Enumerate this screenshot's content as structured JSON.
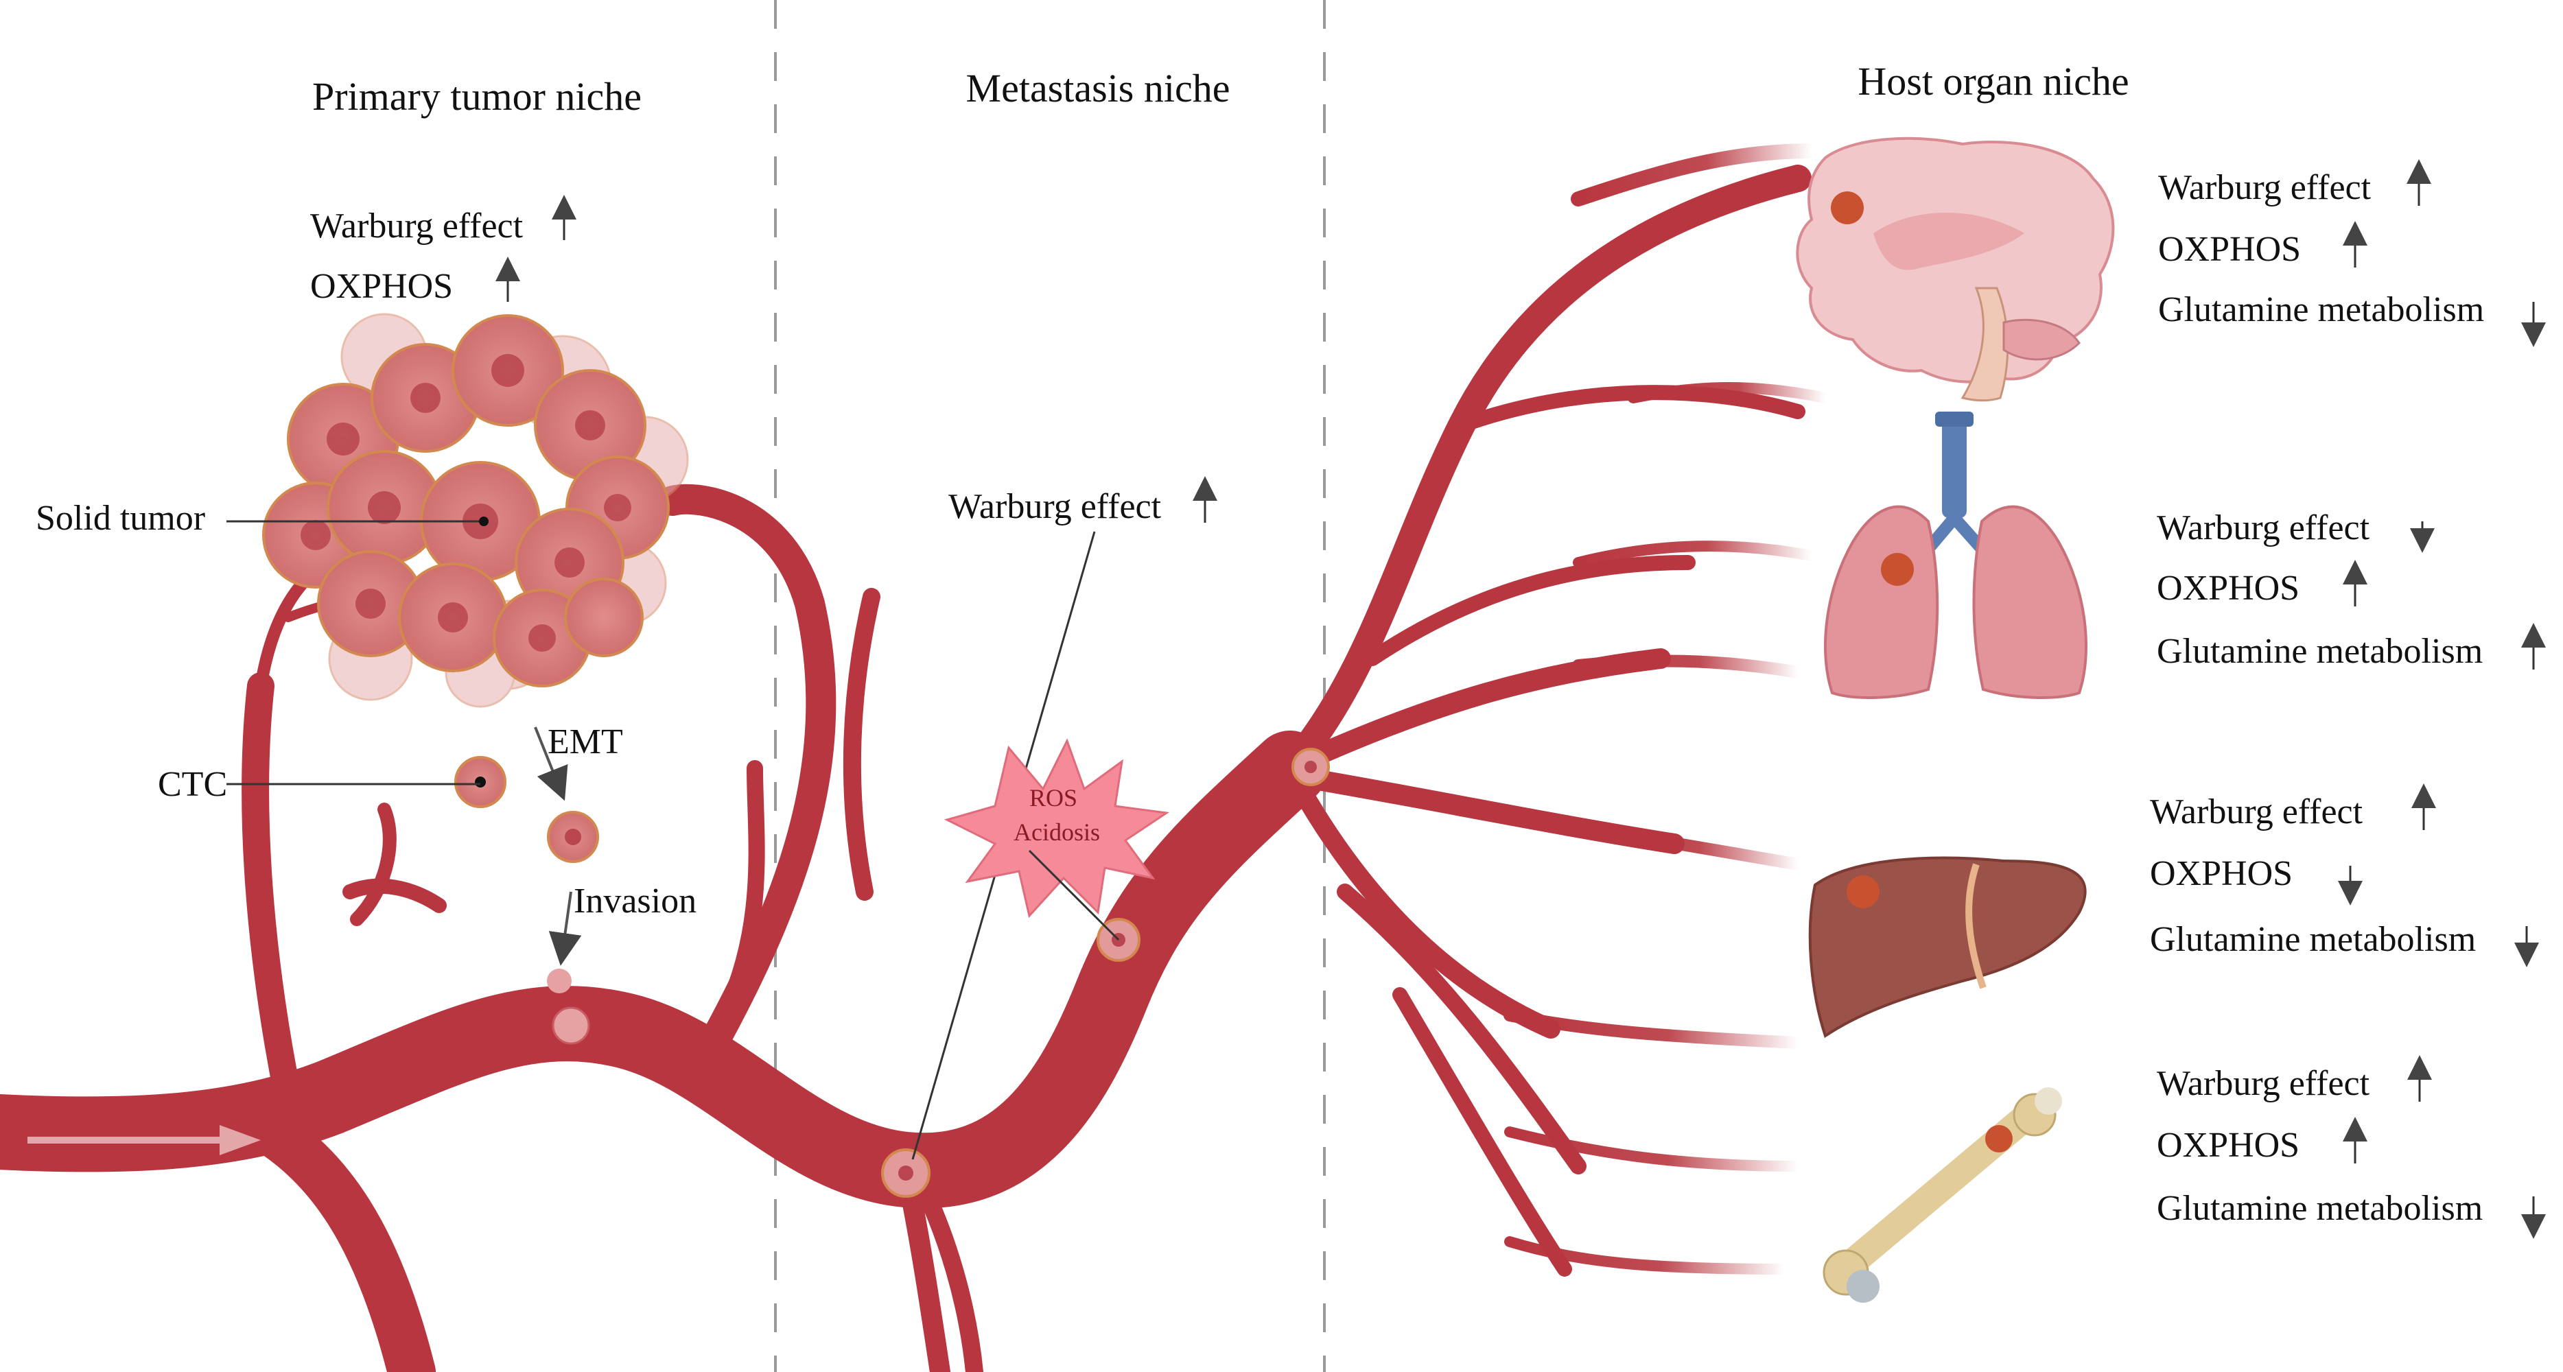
{
  "titles": {
    "primary": "Primary tumor niche",
    "metastasis": "Metastasis niche",
    "host": "Host organ niche"
  },
  "primary": {
    "warburg": "Warburg effect",
    "oxphos": "OXPHOS",
    "solid_tumor": "Solid tumor",
    "ctc": "CTC",
    "emt": "EMT",
    "invasion": "Invasion"
  },
  "metastasis": {
    "warburg": "Warburg effect",
    "ros": "ROS",
    "acidosis": "Acidosis"
  },
  "organs": [
    {
      "organ": "brain-icon",
      "warburg": "Warburg effect",
      "warburg_dir": "up",
      "oxphos": "OXPHOS",
      "oxphos_dir": "up",
      "glutamine": "Glutamine metabolism",
      "glutamine_dir": "down"
    },
    {
      "organ": "lung-icon",
      "warburg": "Warburg effect",
      "warburg_dir": "down",
      "oxphos": "OXPHOS",
      "oxphos_dir": "up",
      "glutamine": "Glutamine metabolism",
      "glutamine_dir": "up"
    },
    {
      "organ": "liver-icon",
      "warburg": "Warburg effect",
      "warburg_dir": "up",
      "oxphos": "OXPHOS",
      "oxphos_dir": "down",
      "glutamine": "Glutamine metabolism",
      "glutamine_dir": "down"
    },
    {
      "organ": "bone-icon",
      "warburg": "Warburg effect",
      "warburg_dir": "up",
      "oxphos": "OXPHOS",
      "oxphos_dir": "up",
      "glutamine": "Glutamine metabolism",
      "glutamine_dir": "down"
    }
  ],
  "colors": {
    "vessel": "#b8363f",
    "vessel_light": "#dc8c90",
    "cell": "#d9797a",
    "cell_nucleus": "#b8454f",
    "star": "#f58a98",
    "brain": "#f2c7c9",
    "lung": "#e3949b",
    "trachea": "#5b7fb5",
    "liver": "#9b5248",
    "bone": "#e2cd9a"
  }
}
